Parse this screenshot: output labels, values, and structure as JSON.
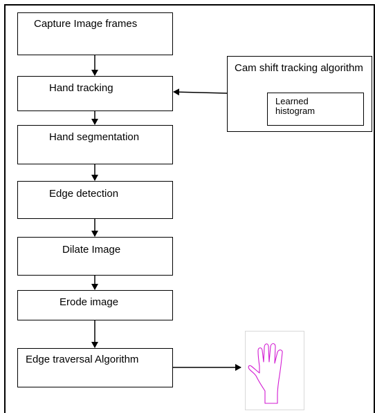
{
  "steps": [
    {
      "label": "Capture Image frames"
    },
    {
      "label": "Hand tracking"
    },
    {
      "label": "Hand segmentation"
    },
    {
      "label": "Edge detection"
    },
    {
      "label": "Dilate Image"
    },
    {
      "label": "Erode image"
    },
    {
      "label": "Edge traversal Algorithm"
    }
  ],
  "side": {
    "title": "Cam shift tracking algorithm",
    "inner": "Learned histogram"
  },
  "output": {
    "icon": "hand-outline-icon",
    "stroke_color": "#d21ad2"
  }
}
